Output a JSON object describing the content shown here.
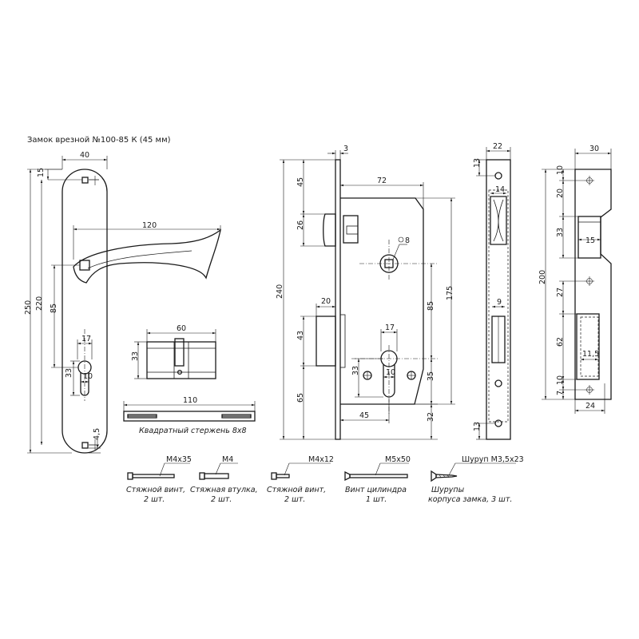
{
  "title": "Замок врезной №100-85 К (45 мм)",
  "dims": {
    "handle_width": "40",
    "handle_top": "15",
    "handle_total": "250",
    "handle_220": "220",
    "handle_85": "85",
    "lever_len": "120",
    "cyl_17": "17",
    "cyl_33": "33",
    "cyl_10": "10",
    "handle_bot": "4,5",
    "cyl_len": "60",
    "cyl_h": "33",
    "spindle_len": "110",
    "plate_3": "3",
    "case_72": "72",
    "body_240": "240",
    "body_45": "45",
    "body_26": "26",
    "sq_8": "8",
    "body_20": "20",
    "body_43": "43",
    "body_65": "65",
    "body_85": "85",
    "body_175": "175",
    "body_17": "17",
    "body_33": "33",
    "body_10": "10",
    "body_35": "35",
    "backset_45": "45",
    "body_32": "32",
    "face_22": "22",
    "face_13a": "13",
    "face_14": "14",
    "face_9": "9",
    "face_13b": "13",
    "strike_30": "30",
    "strike_10a": "10",
    "strike_20": "20",
    "strike_33": "33",
    "strike_15": "15",
    "strike_200": "200",
    "strike_27": "27",
    "strike_62": "62",
    "strike_115": "11,5",
    "strike_10b": "10",
    "strike_7": "7",
    "strike_24": "24"
  },
  "captions": {
    "spindle": "Квадратный стержень 8х8"
  },
  "parts": [
    {
      "spec": "М4х35",
      "label1": "Стяжной винт,",
      "label2": "2 шт."
    },
    {
      "spec": "М4",
      "label1": "Стяжная втулка,",
      "label2": "2 шт."
    },
    {
      "spec": "М4х12",
      "label1": "Стяжной винт,",
      "label2": "2 шт."
    },
    {
      "spec": "М5х50",
      "label1": "Винт цилиндра",
      "label2": "1 шт."
    },
    {
      "spec": "Шуруп М3,5х23",
      "label1": "Шурупы",
      "label2": "корпуса замка, 3 шт."
    }
  ]
}
